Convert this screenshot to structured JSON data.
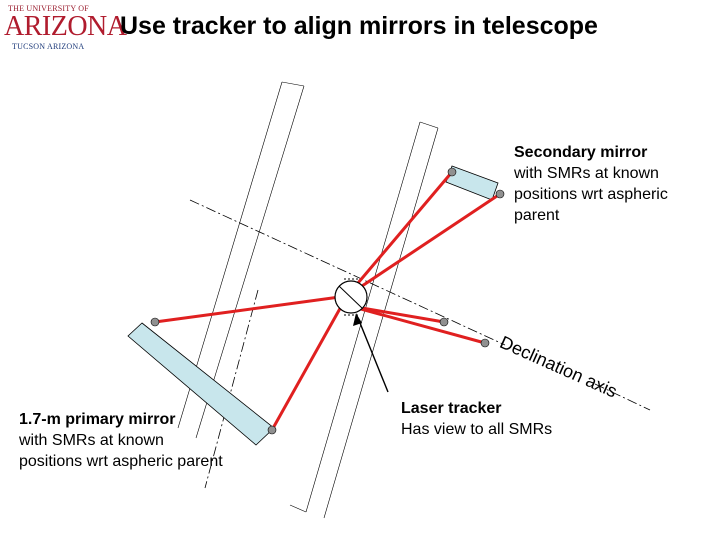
{
  "logo": {
    "line1": "THE UNIVERSITY OF",
    "line2": "ARIZONA",
    "line3": "TUCSON ARIZONA",
    "color": "#b01c2e"
  },
  "title": "Use tracker to align mirrors in telescope",
  "secondary_label": {
    "bold": "Secondary mirror",
    "lines": [
      "with SMRs at known",
      "positions wrt aspheric",
      "parent"
    ]
  },
  "primary_label": {
    "bold": "1.7-m primary mirror",
    "lines": [
      "with SMRs at known",
      "positions wrt aspheric parent"
    ]
  },
  "tracker_label": {
    "bold": "Laser tracker",
    "line": "Has view to all SMRs"
  },
  "axis_label": "Declination axis",
  "colors": {
    "beam": "#e02020",
    "mirror_fill": "#c8e6ec",
    "smr": "#909090"
  }
}
